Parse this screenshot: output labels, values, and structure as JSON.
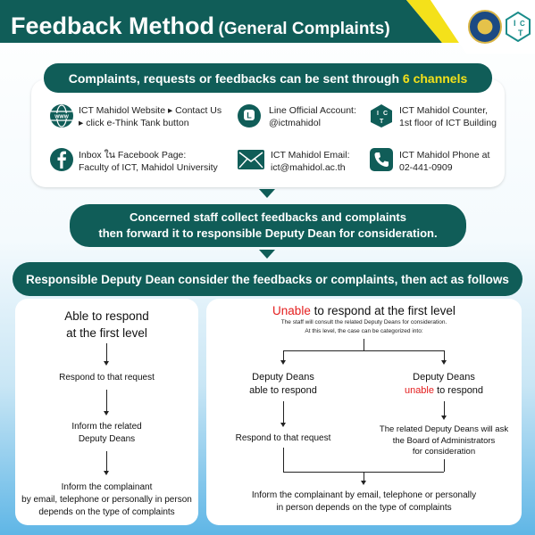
{
  "header": {
    "title_main": "Feedback Method",
    "title_sub": "(General Complaints)"
  },
  "channels": {
    "heading_prefix": "Complaints, requests or feedbacks can be sent through",
    "heading_highlight": "6 channels",
    "items": [
      {
        "icon": "globe-icon",
        "line1": "ICT Mahidol Website ▸ Contact Us",
        "line2": "▸ click e-Think Tank button"
      },
      {
        "icon": "line-icon",
        "line1": "Line Official Account:",
        "line2": "@ictmahidol"
      },
      {
        "icon": "ict-counter-icon",
        "line1": "ICT Mahidol Counter,",
        "line2": "1st floor of ICT Building"
      },
      {
        "icon": "facebook-icon",
        "line1": "Inbox ใน Facebook Page:",
        "line2": "Faculty of ICT, Mahidol University"
      },
      {
        "icon": "mail-icon",
        "line1": "ICT Mahidol Email:",
        "line2": "ict@mahidol.ac.th"
      },
      {
        "icon": "phone-icon",
        "line1": "ICT Mahidol Phone at",
        "line2": "02-441-0909"
      }
    ]
  },
  "staff_step": {
    "line1": "Concerned staff collect feedbacks and complaints",
    "line2": "then forward it to responsible Deputy Dean for consideration."
  },
  "dean_step": "Responsible Deputy Dean consider the feedbacks or complaints, then act as follows",
  "left_flow": {
    "title1": "Able to respond",
    "title2": "at the first level",
    "step1": "Respond to that request",
    "step2a": "Inform the related",
    "step2b": "Deputy Deans",
    "step3a": "Inform the complainant",
    "step3b": "by email, telephone or personally in person",
    "step3c": "depends on the type of complaints"
  },
  "right_flow": {
    "title_red": "Unable",
    "title_rest": "to respond at the first level",
    "note1": "The staff will consult the related Deputy Deans for consideration.",
    "note2": "At this level, the case can be categorized into:",
    "branch_a1": "Deputy Deans",
    "branch_a2": "able to respond",
    "branch_a_step": "Respond to that request",
    "branch_b1": "Deputy Deans",
    "branch_b2_red": "unable",
    "branch_b2_rest": "to respond",
    "branch_b_step1": "The related Deputy Deans will ask",
    "branch_b_step2": "the Board of Administrators",
    "branch_b_step3": "for consideration",
    "final1": "Inform the complainant by email, telephone or personally",
    "final2": "in person depends on the type of complaints"
  },
  "colors": {
    "primary": "#105d58",
    "accent": "#f4e11a",
    "red": "#e41d1d"
  }
}
